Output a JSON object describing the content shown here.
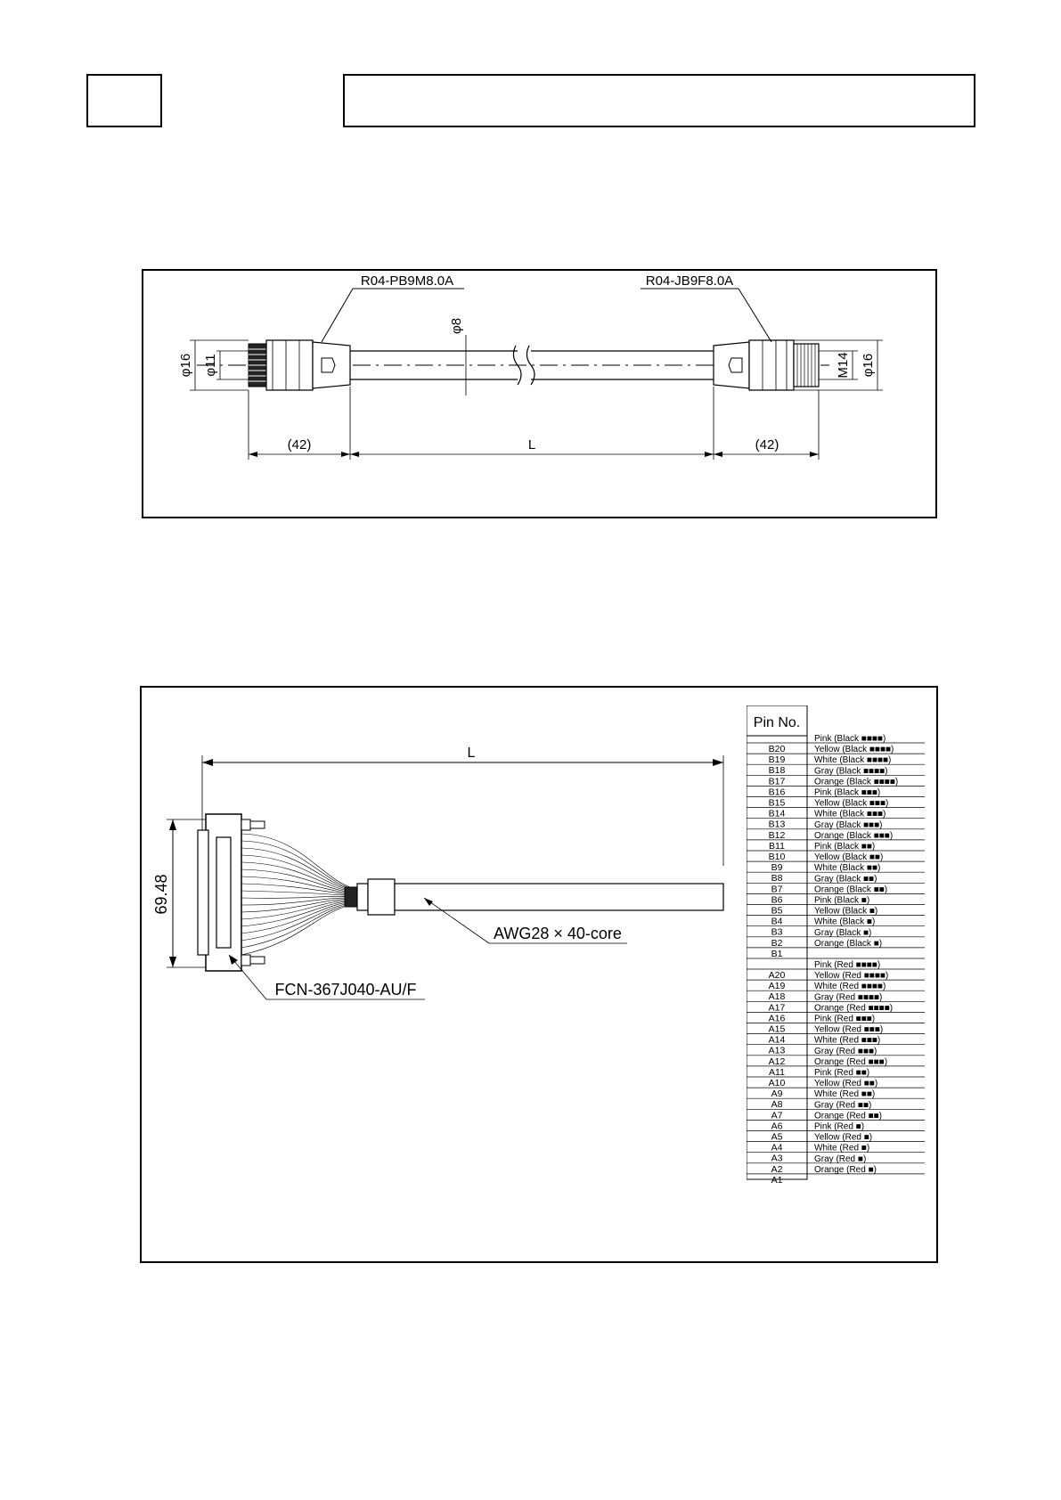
{
  "header": {
    "number_box": "",
    "title_box": ""
  },
  "figure1": {
    "connector_left": "R04-PB9M8.0A",
    "connector_right": "R04-JB9F8.0A",
    "dim_phi16_left": "φ16",
    "dim_phi11": "φ11",
    "dim_phi8": "φ8",
    "dim_m14": "M14",
    "dim_phi16_right": "φ16",
    "dim_left_len": "(42)",
    "dim_mid_len": "L",
    "dim_right_len": "(42)"
  },
  "figure2": {
    "length_label": "L",
    "height_label": "69.48",
    "cable_label": "AWG28 × 40-core",
    "connector_label": "FCN-367J040-AU/F",
    "pin_header": "Pin No.",
    "pins_b": [
      "B20",
      "B19",
      "B18",
      "B17",
      "B16",
      "B15",
      "B14",
      "B13",
      "B12",
      "B11",
      "B10",
      "B9",
      "B8",
      "B7",
      "B6",
      "B5",
      "B4",
      "B3",
      "B2",
      "B1"
    ],
    "pins_a": [
      "A20",
      "A19",
      "A18",
      "A17",
      "A16",
      "A15",
      "A14",
      "A13",
      "A12",
      "A11",
      "A10",
      "A9",
      "A8",
      "A7",
      "A6",
      "A5",
      "A4",
      "A3",
      "A2",
      "A1"
    ],
    "wires_b": [
      "Pink    (Black ■■■■)",
      "Yellow  (Black ■■■■)",
      "White   (Black ■■■■)",
      "Gray    (Black ■■■■)",
      "Orange (Black ■■■■)",
      "Pink    (Black ■■■)",
      "Yellow  (Black ■■■)",
      "White   (Black ■■■)",
      "Gray    (Black ■■■)",
      "Orange (Black ■■■)",
      "Pink    (Black ■■)",
      "Yellow  (Black ■■)",
      "White   (Black ■■)",
      "Gray    (Black ■■)",
      "Orange (Black ■■)",
      "Pink    (Black ■)",
      "Yellow  (Black ■)",
      "White   (Black ■)",
      "Gray    (Black ■)",
      "Orange (Black ■)"
    ],
    "wires_a": [
      "Pink    (Red ■■■■)",
      "Yellow  (Red ■■■■)",
      "White   (Red ■■■■)",
      "Gray    (Red ■■■■)",
      "Orange (Red ■■■■)",
      "Pink    (Red ■■■)",
      "Yellow  (Red ■■■)",
      "White   (Red ■■■)",
      "Gray    (Red ■■■)",
      "Orange (Red ■■■)",
      "Pink    (Red ■■)",
      "Yellow  (Red ■■)",
      "White   (Red ■■)",
      "Gray    (Red ■■)",
      "Orange (Red ■■)",
      "Pink    (Red ■)",
      "Yellow  (Red ■)",
      "White   (Red ■)",
      "Gray    (Red ■)",
      "Orange (Red ■)"
    ]
  }
}
